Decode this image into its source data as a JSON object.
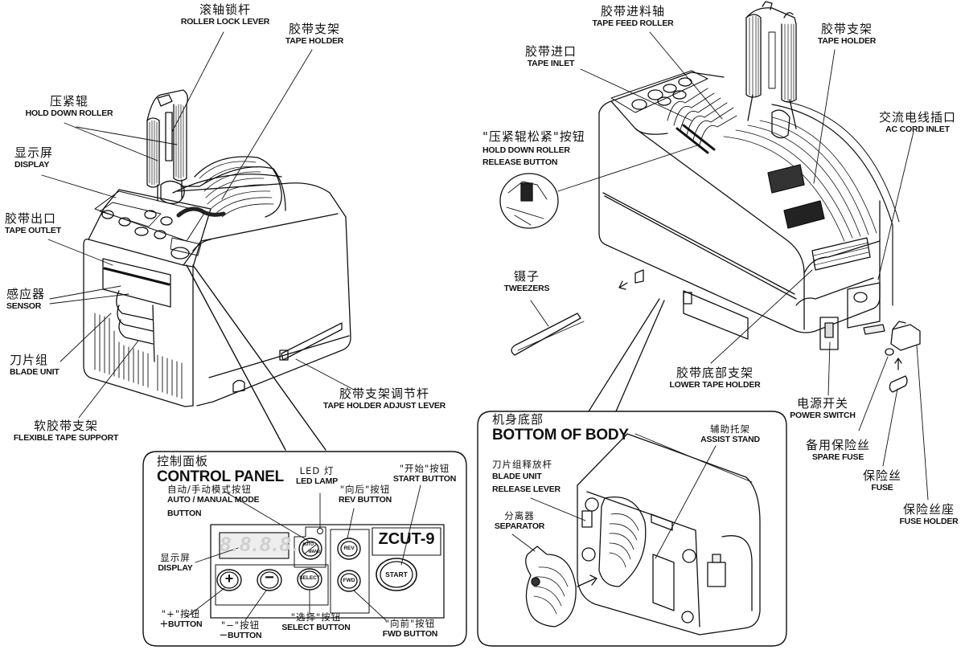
{
  "diagram": {
    "model": "ZCUT-9",
    "left_machine_labels": {
      "roller_lock_lever": {
        "zh": "滚轴锁杆",
        "en": "ROLLER LOCK LEVER"
      },
      "tape_holder": {
        "zh": "胶带支架",
        "en": "TAPE HOLDER"
      },
      "hold_down_roller": {
        "zh": "压紧辊",
        "en": "HOLD DOWN ROLLER"
      },
      "display": {
        "zh": "显示屏",
        "en": "DISPLAY"
      },
      "tape_outlet": {
        "zh": "胶带出口",
        "en": "TAPE OUTLET"
      },
      "sensor": {
        "zh": "感应器",
        "en": "SENSOR"
      },
      "blade_unit": {
        "zh": "刀片组",
        "en": "BLADE UNIT"
      },
      "flexible_tape_support": {
        "zh": "软胶带支架",
        "en": "FLEXIBLE TAPE SUPPORT"
      },
      "tape_holder_adjust_lever": {
        "zh": "胶带支架调节杆",
        "en": "TAPE HOLDER ADJUST LEVER"
      }
    },
    "control_panel": {
      "title_zh": "控制面板",
      "title_en": "CONTROL PANEL",
      "display_readout": "8.8.8.8.",
      "model_badge": "ZCUT-9",
      "buttons": {
        "plus": "+",
        "minus": "−",
        "select": "SELECT",
        "auto_manu_top": "AUTO",
        "auto_manu_bottom": "MANU",
        "rev": "REV",
        "fwd": "FWD",
        "start": "START"
      },
      "labels": {
        "led_lamp": {
          "zh": "LED 灯",
          "en": "LED LAMP"
        },
        "auto_manual": {
          "zh": "自动/手动模式按钮",
          "en": "AUTO / MANUAL MODE",
          "en2": "BUTTON"
        },
        "rev_button": {
          "zh": "\"向后\"按钮",
          "en": "REV BUTTON"
        },
        "start_button": {
          "zh": "\"开始\"按钮",
          "en": "START BUTTON"
        },
        "display": {
          "zh": "显示屏",
          "en": "DISPLAY"
        },
        "plus_button": {
          "zh": "\"+\"按钮",
          "en": "＋BUTTON"
        },
        "minus_button": {
          "zh": "\"−\"按钮",
          "en": "－BUTTON"
        },
        "select_button": {
          "zh": "\"选择\"按钮",
          "en": "SELECT BUTTON"
        },
        "fwd_button": {
          "zh": "\"向前\"按钮",
          "en": "FWD BUTTON"
        }
      }
    },
    "right_machine_labels": {
      "tape_feed_roller": {
        "zh": "胶带进料轴",
        "en": "TAPE FEED ROLLER"
      },
      "tape_holder": {
        "zh": "胶带支架",
        "en": "TAPE HOLDER"
      },
      "tape_inlet": {
        "zh": "胶带进口",
        "en": "TAPE INLET"
      },
      "ac_cord_inlet": {
        "zh": "交流电线插口",
        "en": "AC CORD INLET"
      },
      "hold_down_roller_release": {
        "zh": "\"压紧辊松紧\"按钮",
        "en": "HOLD DOWN ROLLER",
        "en2": "RELEASE BUTTON"
      },
      "tweezers": {
        "zh": "镊子",
        "en": "TWEEZERS"
      },
      "lower_tape_holder": {
        "zh": "胶带底部支架",
        "en": "LOWER TAPE HOLDER"
      },
      "power_switch": {
        "zh": "电源开关",
        "en": "POWER SWITCH"
      },
      "spare_fuse": {
        "zh": "备用保险丝",
        "en": "SPARE FUSE"
      },
      "fuse": {
        "zh": "保险丝",
        "en": "FUSE"
      },
      "fuse_holder": {
        "zh": "保险丝座",
        "en": "FUSE HOLDER"
      }
    },
    "bottom_of_body": {
      "title_zh": "机身底部",
      "title_en": "BOTTOM OF BODY",
      "labels": {
        "assist_stand": {
          "zh": "辅助托架",
          "en": "ASSIST STAND"
        },
        "blade_unit_release_lever": {
          "zh": "刀片组释放杆",
          "en": "BLADE UNIT",
          "en2": "RELEASE LEVER"
        },
        "separator": {
          "zh": "分离器",
          "en": "SEPARATOR"
        }
      }
    }
  }
}
